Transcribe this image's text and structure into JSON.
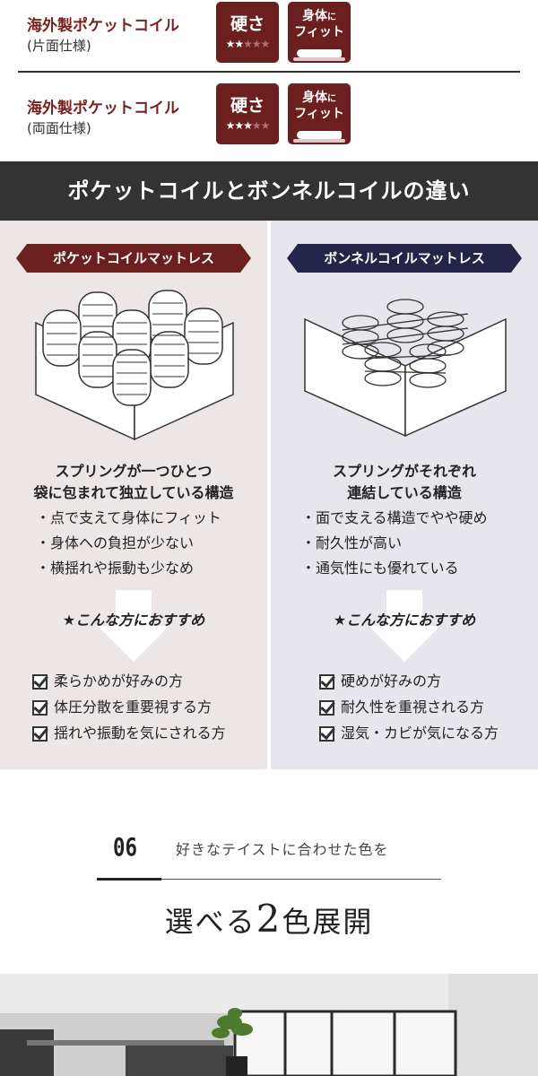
{
  "spec_rows": [
    {
      "name": "海外製ポケットコイル",
      "sub": "(片面仕様)",
      "hardness_label": "硬さ",
      "hardness_rating": 2,
      "hardness_max": 5,
      "fit_line1": "身体",
      "fit_line1_small": "に",
      "fit_line2": "フィット"
    },
    {
      "name": "海外製ポケットコイル",
      "sub": "(両面仕様)",
      "hardness_label": "硬さ",
      "hardness_rating": 2.5,
      "hardness_max": 5,
      "fit_line1": "身体",
      "fit_line1_small": "に",
      "fit_line2": "フィット"
    }
  ],
  "comparison": {
    "title": "ポケットコイルとボンネルコイルの違い",
    "pocket": {
      "ribbon": "ポケットコイルマットレス",
      "headline_1": "スプリングが一つひとつ",
      "headline_2": "袋に包まれて独立している構造",
      "points": [
        "・点で支えて身体にフィット",
        "・身体への負担が少ない",
        "・横揺れや振動も少なめ"
      ],
      "recommend": "★こんな方におすすめ",
      "checks": [
        "柔らかめが好みの方",
        "体圧分散を重要視する方",
        "揺れや振動を気にされる方"
      ]
    },
    "bonnell": {
      "ribbon": "ボンネルコイルマットレス",
      "headline_1": "スプリングがそれぞれ",
      "headline_2": "連結している構造",
      "points": [
        "・面で支える構造でやや硬め",
        "・耐久性が高い",
        "・通気性にも優れている"
      ],
      "recommend": "★こんな方におすすめ",
      "checks": [
        "硬めが好みの方",
        "耐久性を重視される方",
        "湿気・カビが気になる方"
      ]
    }
  },
  "section06": {
    "number": "06",
    "tagline": "好きなテイストに合わせた色を",
    "title_prefix": "選べる",
    "title_number": "2",
    "title_suffix": "色展開"
  },
  "colors": {
    "brand_red": "#6b1f1f",
    "navy": "#24244a",
    "dark_header": "#333333"
  }
}
